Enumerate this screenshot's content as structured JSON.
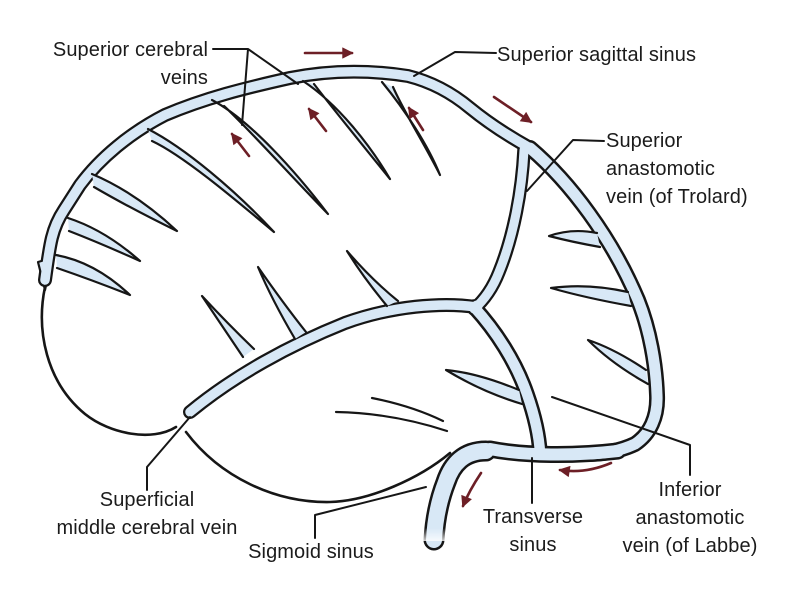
{
  "labels": {
    "superior_cerebral_veins": {
      "lines": [
        "Superior cerebral",
        "veins"
      ]
    },
    "superior_sagittal_sinus": {
      "lines": [
        "Superior sagittal sinus"
      ]
    },
    "superior_anastomotic_vein_of_trolard": {
      "lines": [
        "Superior",
        "anastomotic",
        "vein (of Trolard)"
      ]
    },
    "superficial_middle_cerebral_vein": {
      "lines": [
        "Superficial",
        "middle cerebral vein"
      ]
    },
    "sigmoid_sinus": {
      "lines": [
        "Sigmoid sinus"
      ]
    },
    "transverse_sinus": {
      "lines": [
        "Transverse",
        "sinus"
      ]
    },
    "inferior_anastomotic_vein_of_labbe": {
      "lines": [
        "Inferior",
        "anastomotic",
        "vein (of Labbe)"
      ]
    }
  },
  "flow_arrows": [
    {
      "name": "sagittal-sinus-flow-top",
      "direction": "right"
    },
    {
      "name": "sagittal-sinus-flow-posterior",
      "direction": "down-right"
    },
    {
      "name": "cerebral-vein-flow-1",
      "direction": "up-left"
    },
    {
      "name": "cerebral-vein-flow-2",
      "direction": "up-left"
    },
    {
      "name": "cerebral-vein-flow-3",
      "direction": "up-left"
    },
    {
      "name": "transverse-sinus-flow",
      "direction": "left"
    },
    {
      "name": "sigmoid-sinus-flow",
      "direction": "down"
    }
  ],
  "colors": {
    "vessel_fill": "#d8e8f6",
    "vessel_outline": "#161616",
    "arrow": "#6d1f26",
    "label_text": "#1b1b1b",
    "background": "#ffffff"
  }
}
